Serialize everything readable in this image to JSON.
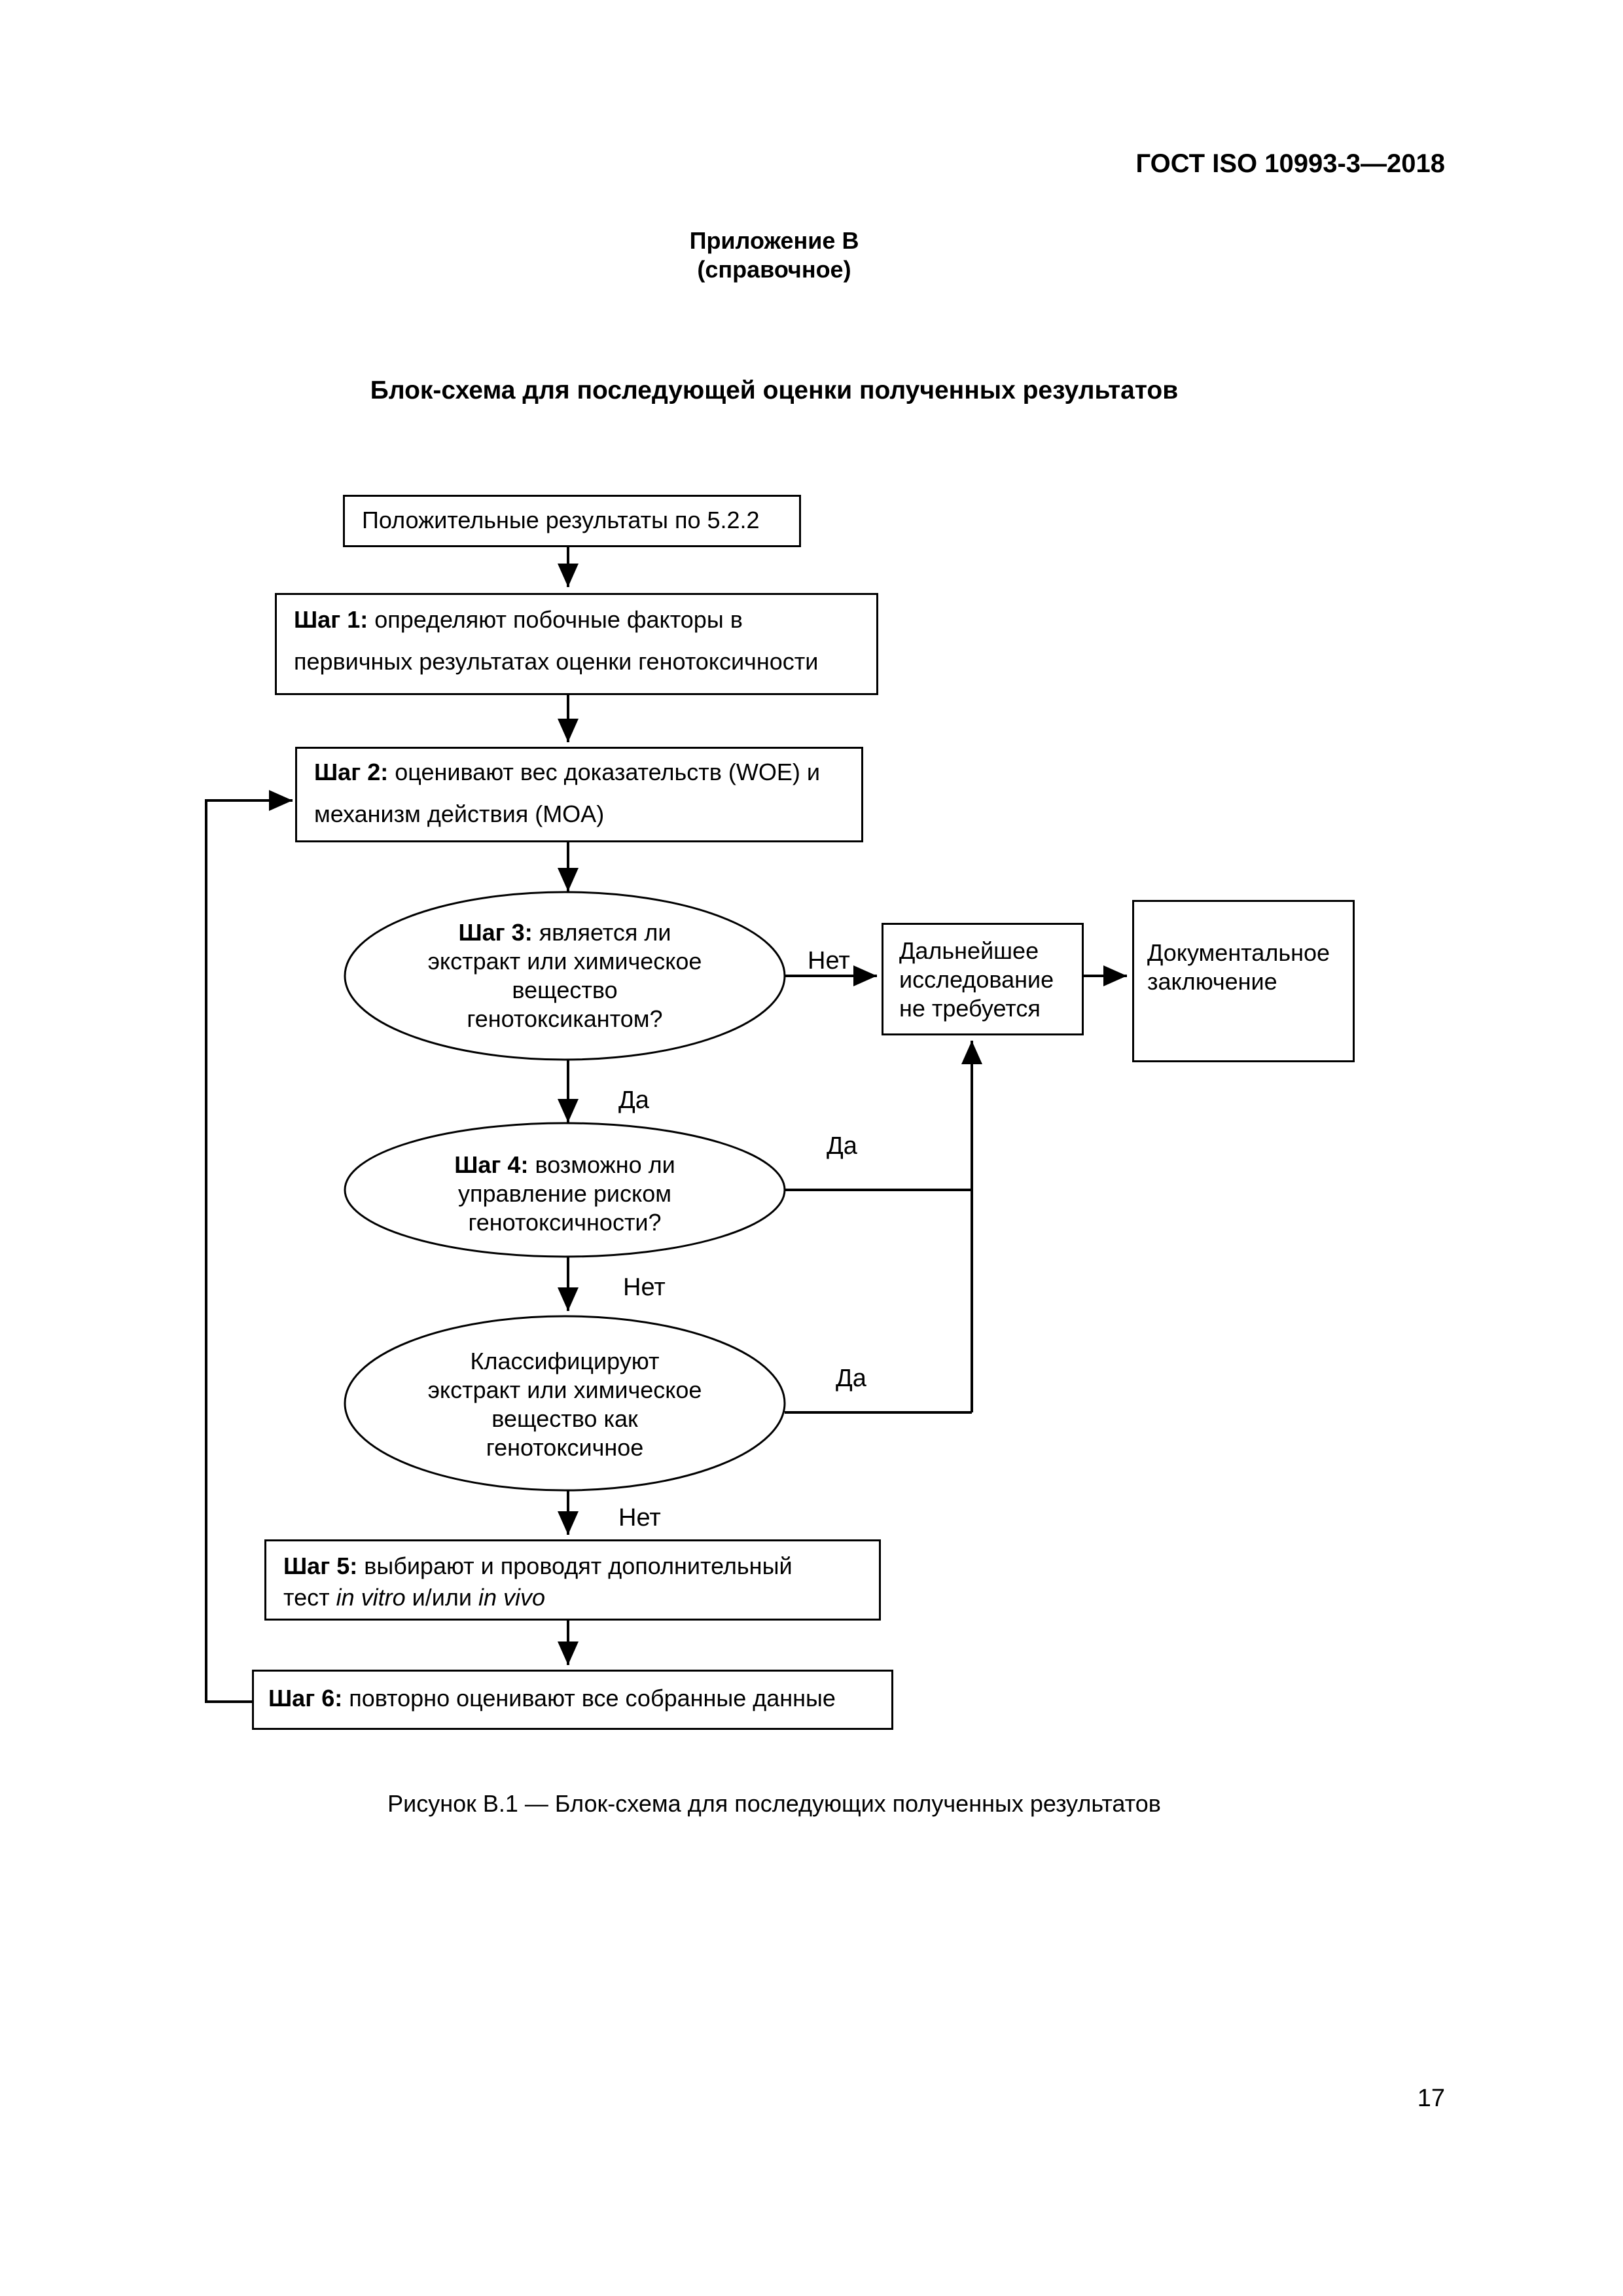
{
  "header": {
    "standard": "ГОСТ ISO 10993-3—2018"
  },
  "appendix": {
    "title": "Приложение В",
    "note": "(справочное)"
  },
  "figure_title": "Блок-схема для последующей оценки полученных результатов",
  "flow": {
    "start": "Положительные результаты по 5.2.2",
    "step1": {
      "label": "Шаг 1:",
      "line1": " определяют  побочные факторы в",
      "line2": "первичных результатах оценки генотоксичности"
    },
    "step2": {
      "label": "Шаг 2:",
      "line1": " оценивают вес доказательств (WOE) и",
      "line2": "механизм действия (MOA)"
    },
    "step3": {
      "label": "Шаг 3:",
      "line1": " является ли",
      "line2": "экстракт или химическое",
      "line3": "вещество",
      "line4": "генотоксикантом?"
    },
    "step4": {
      "label": "Шаг 4:",
      "line1": " возможно ли",
      "line2": "управление риском",
      "line3": "генотоксичности?"
    },
    "classify": {
      "line1": "Классифицируют",
      "line2": "экстракт или химическое",
      "line3": "вещество как",
      "line4": "генотоксичное"
    },
    "step5": {
      "label": "Шаг 5:",
      "line1": " выбирают и проводят дополнительный",
      "line2_pre": "тест ",
      "line2_it1": "in vitro",
      "line2_mid": " и/или ",
      "line2_it2": "in vivo"
    },
    "step6": {
      "label": "Шаг 6:",
      "text": " повторно оценивают все собранные данные"
    },
    "no_further": {
      "line1": "Дальнейшее",
      "line2": "исследование",
      "line3": "не требуется"
    },
    "doc_conclusion": {
      "line1": "Документальное",
      "line2": "заключение"
    },
    "edges": {
      "s3_no": "Нет",
      "s3_yes": "Да",
      "s4_yes": "Да",
      "s4_no": "Нет",
      "cls_yes": "Да",
      "cls_no": "Нет"
    }
  },
  "caption": "Рисунок В.1 — Блок-схема для последующих полученных результатов",
  "page_number": "17"
}
